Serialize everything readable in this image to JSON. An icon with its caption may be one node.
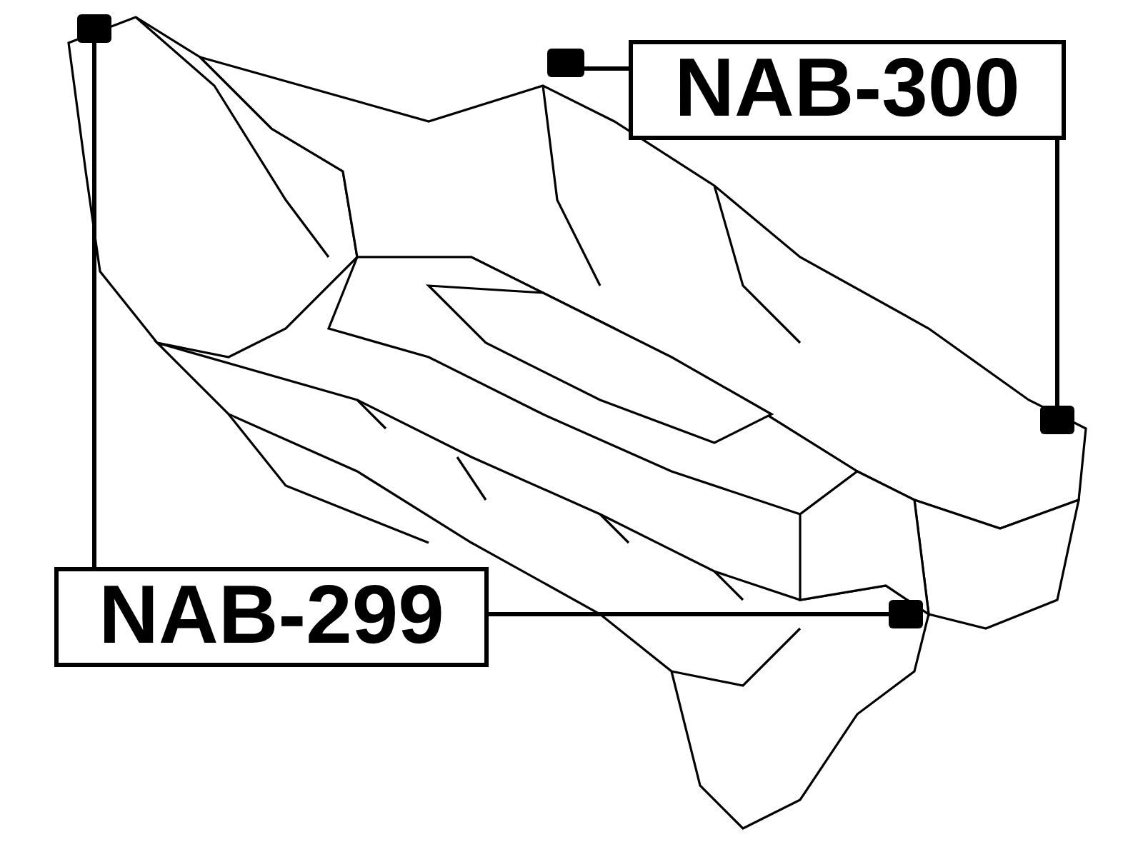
{
  "diagram": {
    "nodes": [
      {
        "text": [
          "NAB-300"
        ]
      },
      {
        "text": [
          "NAB-299"
        ]
      },
      {
        "text": [],
        "shape": "box"
      },
      {
        "text": [],
        "shape": "box"
      },
      {
        "text": [],
        "shape": "box"
      },
      {
        "text": [],
        "shape": "box"
      }
    ],
    "edges": [
      {
        "from": 0,
        "to": 3,
        "arrow": "none"
      },
      {
        "from": 0,
        "to": 4,
        "arrow": "none"
      },
      {
        "from": 1,
        "to": 2,
        "arrow": "none"
      },
      {
        "from": 1,
        "to": 5,
        "arrow": "none"
      }
    ]
  }
}
